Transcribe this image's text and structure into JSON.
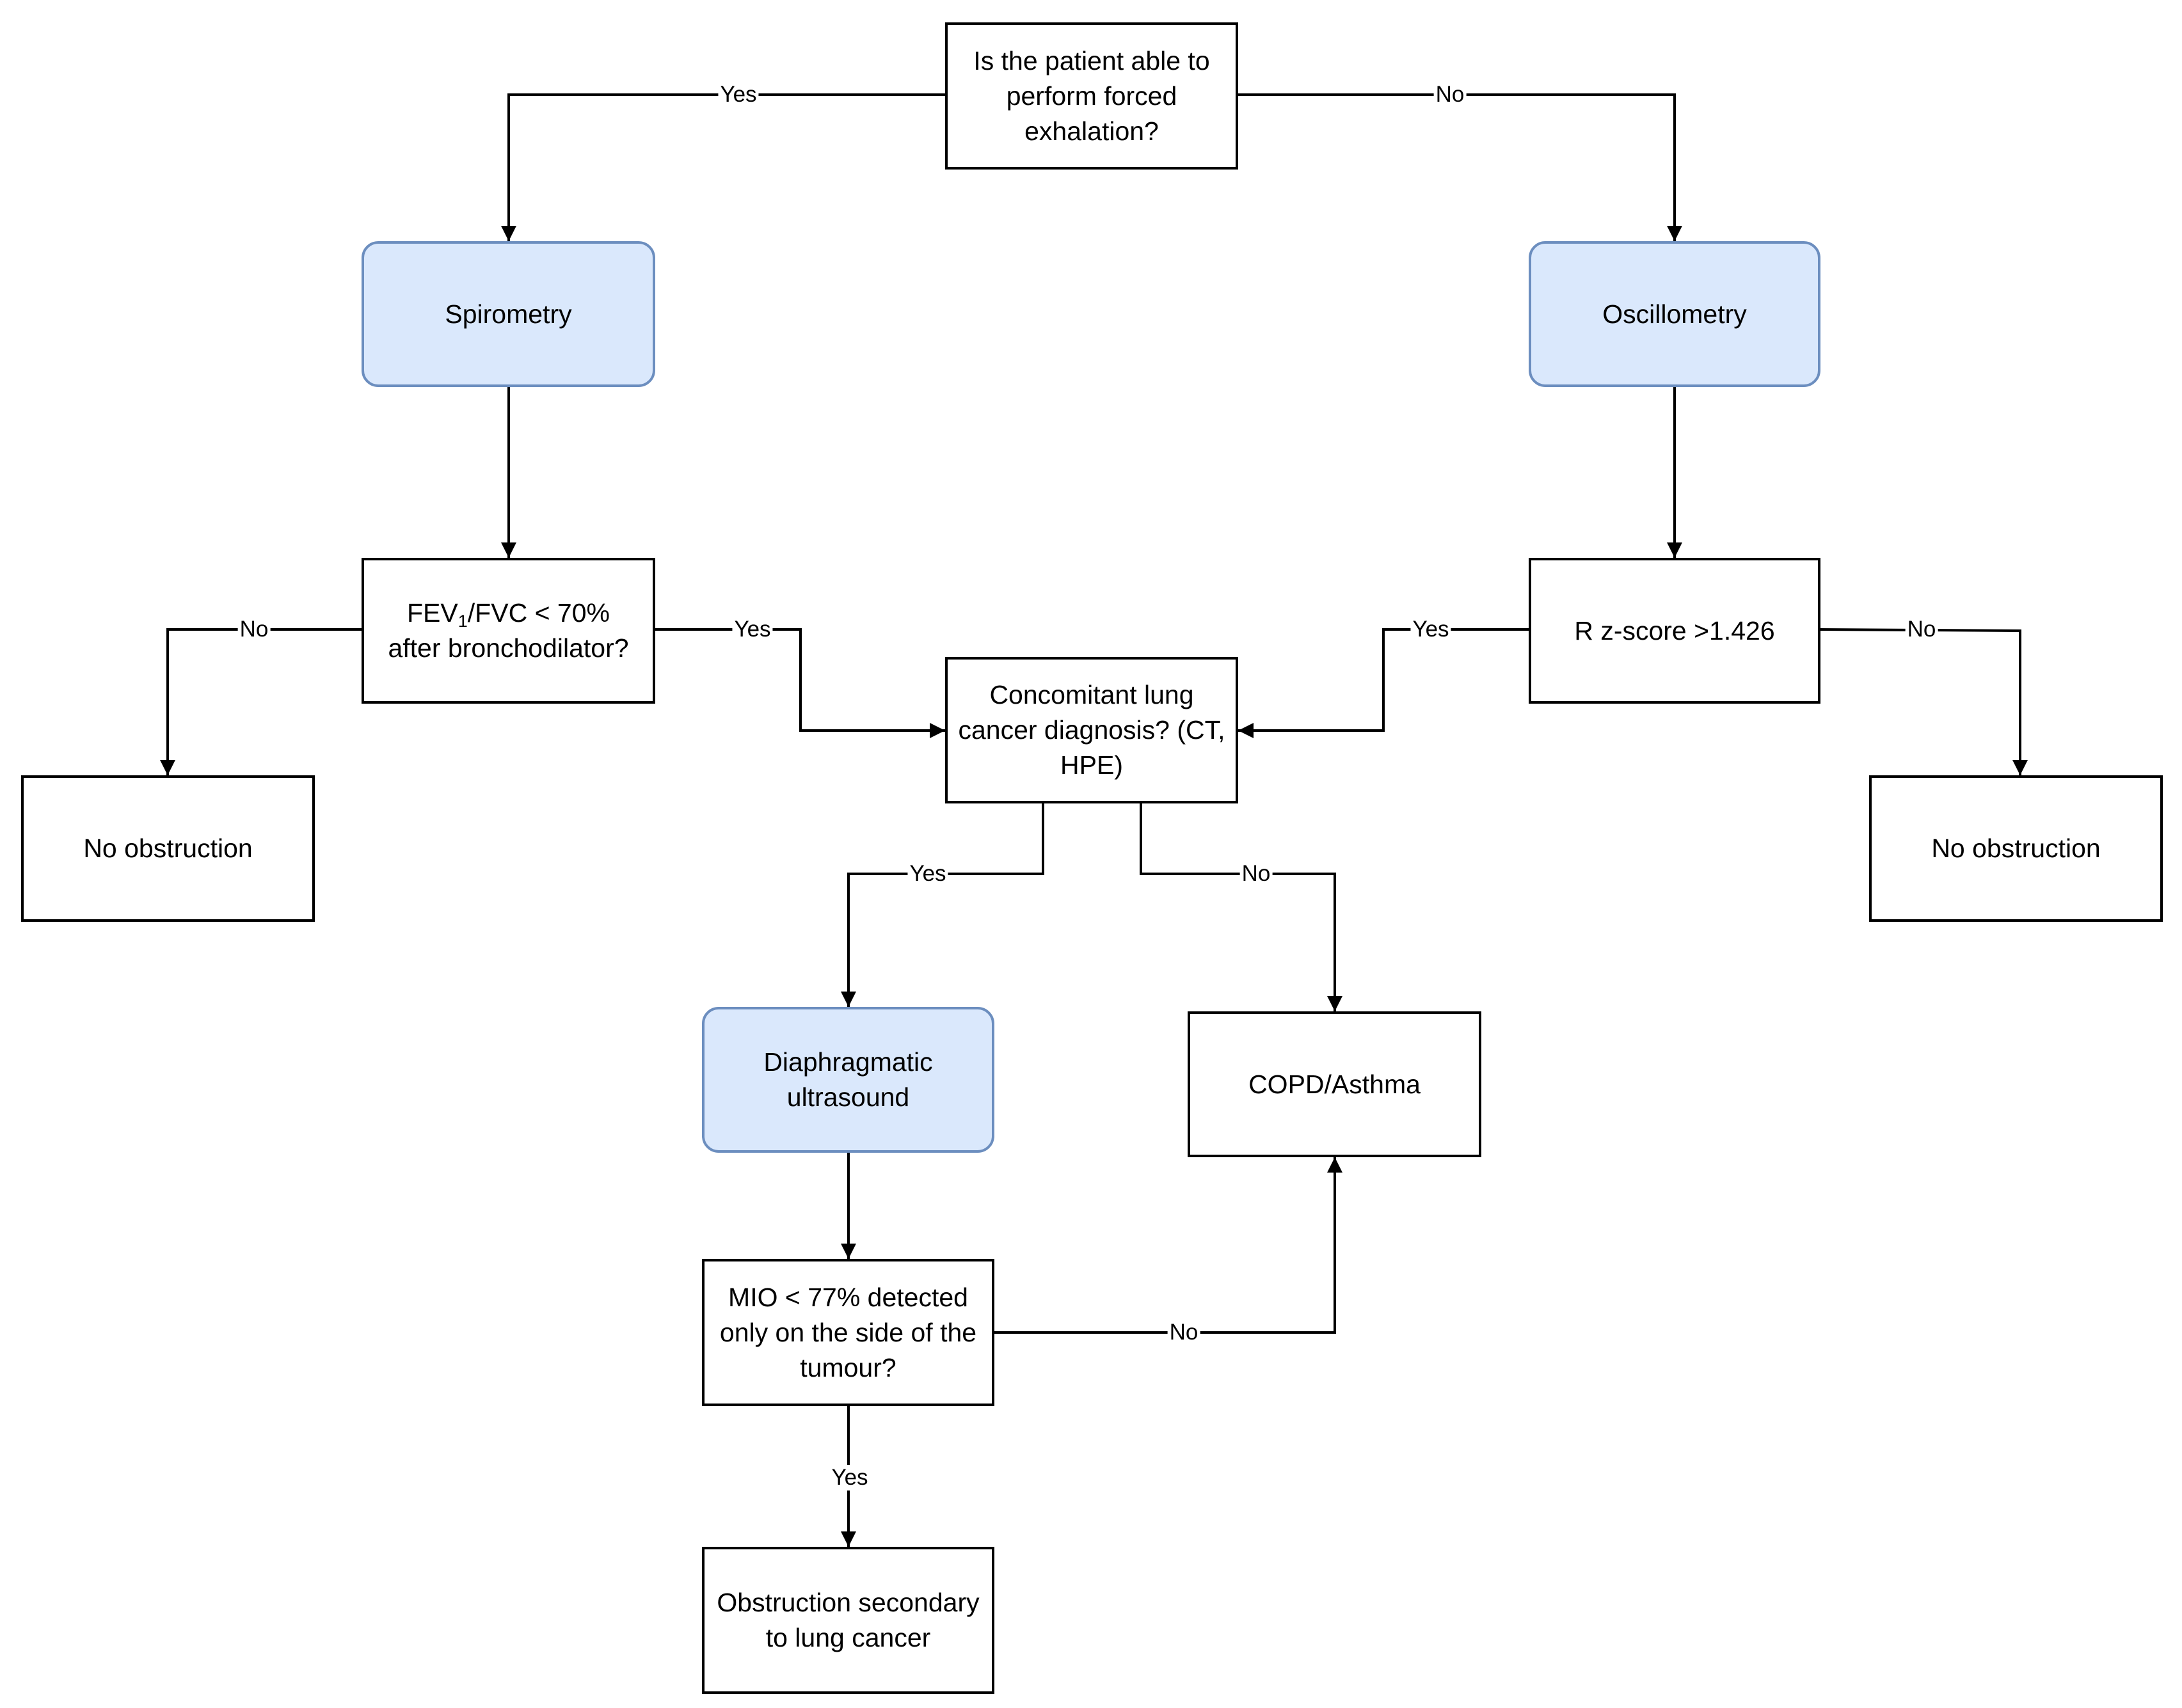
{
  "nodes": {
    "start": "Is the patient able to perform forced exhalation?",
    "spirometry": "Spirometry",
    "oscillometry": "Oscillometry",
    "fev_line1_main": "FEV",
    "fev_line1_sub": "1",
    "fev_line1_rest": "/FVC < 70%",
    "fev_line2": "after bronchodilator?",
    "r_zscore": "R z-score >1.426",
    "concomitant": "Concomitant lung cancer diagnosis? (CT, HPE)",
    "no_obstruction_left": "No obstruction",
    "no_obstruction_right": "No obstruction",
    "diaphragmatic": "Diaphragmatic ultrasound",
    "copd": "COPD/Asthma",
    "mio": "MIO < 77% detected only on the side of the tumour?",
    "obstruction_cancer": "Obstruction secondary to lung cancer"
  },
  "edge_labels": {
    "start_yes": "Yes",
    "start_no": "No",
    "fev_no": "No",
    "fev_yes": "Yes",
    "rz_yes": "Yes",
    "rz_no": "No",
    "conc_yes": "Yes",
    "conc_no": "No",
    "mio_no": "No",
    "mio_yes": "Yes"
  },
  "colors": {
    "stroke": "#000000",
    "process_fill": "#dae8fc",
    "process_stroke": "#6c8ebf",
    "decision_fill": "#ffffff"
  }
}
